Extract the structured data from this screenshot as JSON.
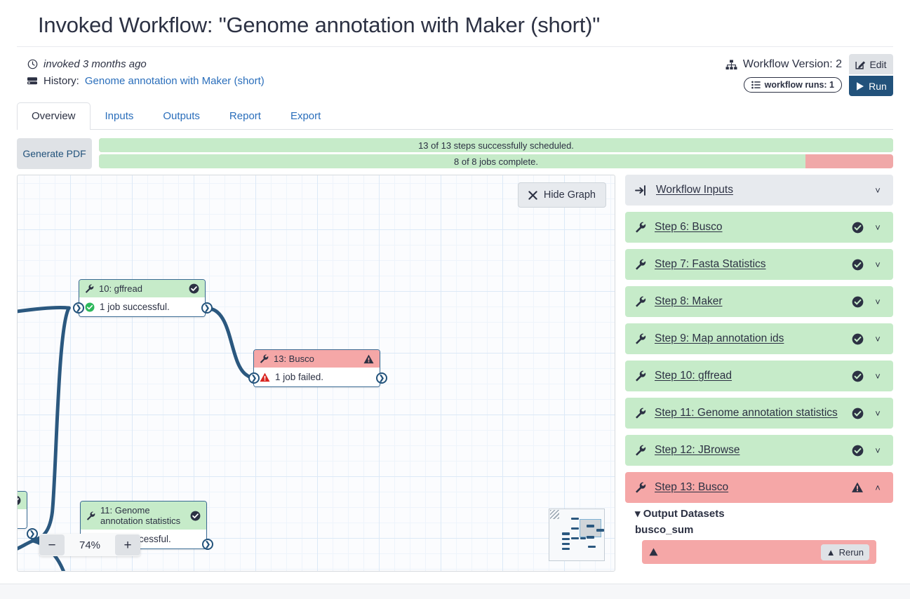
{
  "header": {
    "title": "Invoked Workflow: \"Genome annotation with Maker (short)\"",
    "invoked_text": "invoked 3 months ago",
    "history_label": "History:",
    "history_name": "Genome annotation with Maker (short)",
    "workflow_version": "Workflow Version: 2",
    "workflow_runs_pill": "workflow runs: 1",
    "edit_label": "Edit",
    "run_label": "Run"
  },
  "tabs": [
    {
      "label": "Overview",
      "active": true
    },
    {
      "label": "Inputs",
      "active": false
    },
    {
      "label": "Outputs",
      "active": false
    },
    {
      "label": "Report",
      "active": false
    },
    {
      "label": "Export",
      "active": false
    }
  ],
  "progress": {
    "generate_pdf_label": "Generate PDF",
    "steps_bar": {
      "label": "13 of 13 steps successfully scheduled.",
      "percent": 100
    },
    "jobs_bar": {
      "label": "8 of 8 jobs complete.",
      "percent": 89
    }
  },
  "graph": {
    "hide_graph_label": "Hide Graph",
    "zoom_percent": "74%",
    "zoom_out_label": "−",
    "zoom_in_label": "+",
    "nodes": [
      {
        "id": "n10",
        "title": "10: gffread",
        "status_text": "1 job successful.",
        "state": "ok"
      },
      {
        "id": "n13",
        "title": "13: Busco",
        "status_text": "1 job failed.",
        "state": "err"
      },
      {
        "id": "n11",
        "title": "11: Genome annotation statistics",
        "status_text": "1 job successful.",
        "state": "ok"
      }
    ]
  },
  "sidebar": {
    "items": [
      {
        "label": "Workflow Inputs",
        "kind": "inputs",
        "state": "neutral",
        "icon": "sign-in-icon",
        "expanded": false
      },
      {
        "label": "Step 6: Busco",
        "kind": "step",
        "state": "ok",
        "icon": "wrench-icon",
        "expanded": false
      },
      {
        "label": "Step 7: Fasta Statistics",
        "kind": "step",
        "state": "ok",
        "icon": "wrench-icon",
        "expanded": false
      },
      {
        "label": "Step 8: Maker",
        "kind": "step",
        "state": "ok",
        "icon": "wrench-icon",
        "expanded": false
      },
      {
        "label": "Step 9: Map annotation ids",
        "kind": "step",
        "state": "ok",
        "icon": "wrench-icon",
        "expanded": false
      },
      {
        "label": "Step 10: gffread",
        "kind": "step",
        "state": "ok",
        "icon": "wrench-icon",
        "expanded": false
      },
      {
        "label": "Step 11: Genome annotation statistics",
        "kind": "step",
        "state": "ok",
        "icon": "wrench-icon",
        "expanded": false
      },
      {
        "label": "Step 12: JBrowse",
        "kind": "step",
        "state": "ok",
        "icon": "wrench-icon",
        "expanded": false
      },
      {
        "label": "Step 13: Busco",
        "kind": "step",
        "state": "err",
        "icon": "wrench-icon",
        "expanded": true
      }
    ],
    "expanded_detail": {
      "output_datasets_label": "Output Datasets",
      "dataset_name": "busco_sum",
      "dataset_item_label": "",
      "rerun_label": "Rerun"
    }
  },
  "colors": {
    "success": "#c6ebc9",
    "error": "#f5a7a7",
    "accent": "#22527b",
    "link": "#2a6ebb",
    "neutral": "#e7eaee"
  }
}
